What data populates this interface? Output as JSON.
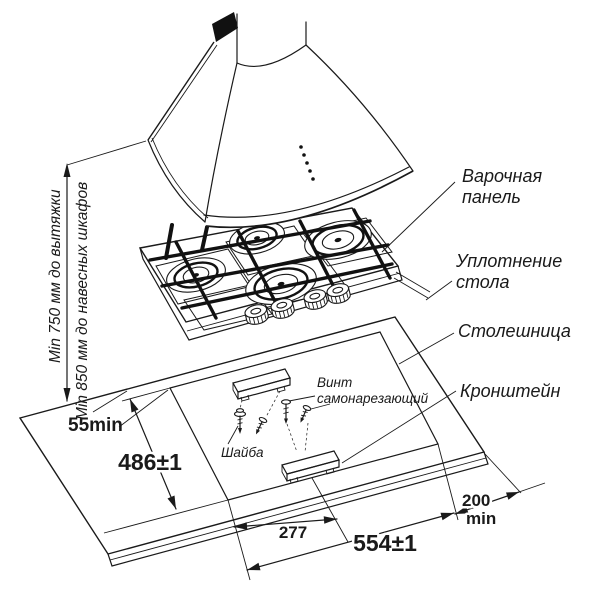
{
  "diagram": {
    "title_hint": "Installation diagram of built-in gas hob with cooker hood",
    "colors": {
      "line": "#1a1a1a",
      "background": "#ffffff",
      "hatch": "#111111"
    },
    "labels": {
      "hob_line1": "Варочная",
      "hob_line2": "панель",
      "seal_line1": "Уплотнение",
      "seal_line2": "стола",
      "countertop": "Столешница",
      "bracket": "Кронштейн",
      "screw_line1": "Винт",
      "screw_line2": "самонарезающий",
      "washer": "Шайба"
    },
    "dimensions": {
      "hood_clearance": "Min 750 мм до вытяжки",
      "cabinet_clearance": "Min 850 мм до навесных шкафов",
      "wall_gap": "55min",
      "cutout_depth": "486±1",
      "half_width": "277",
      "cutout_width": "554±1",
      "right_gap_value": "200",
      "right_gap_unit": "min"
    }
  }
}
